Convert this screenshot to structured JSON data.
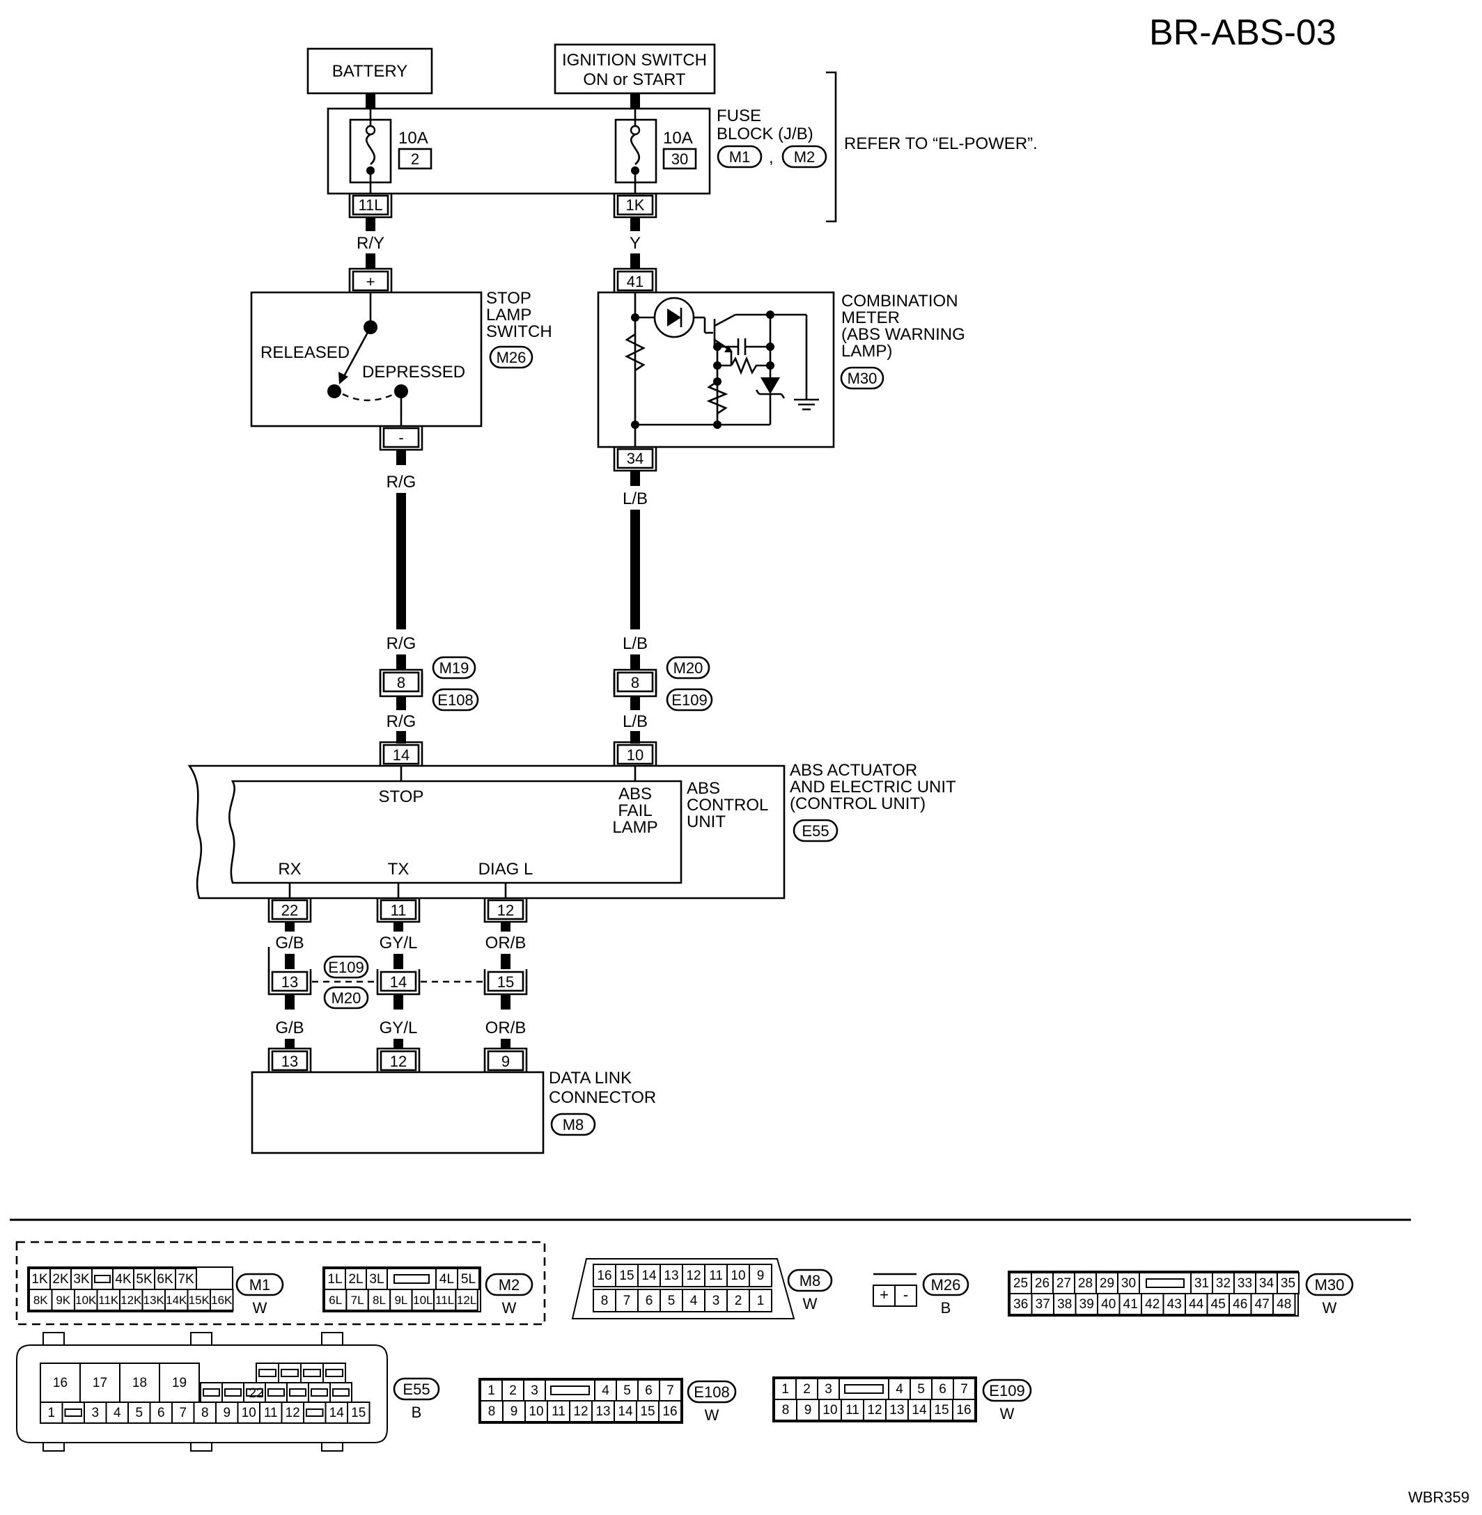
{
  "title": "BR-ABS-03",
  "footer_code": "WBR359",
  "battery": "BATTERY",
  "ignition": {
    "line1": "IGNITION SWITCH",
    "line2": "ON or START"
  },
  "fuse_block": {
    "line1": "FUSE",
    "line2": "BLOCK (J/B)",
    "connectors": [
      "M1",
      "M2"
    ],
    "separator": ",",
    "refer": "REFER TO “EL-POWER”.",
    "fuse_left": {
      "amps": "10A",
      "number": "2",
      "terminal": "11L"
    },
    "fuse_right": {
      "amps": "10A",
      "number": "30",
      "terminal": "1K"
    }
  },
  "wires": {
    "ry": "R/Y",
    "y": "Y",
    "rg": "R/G",
    "lb": "L/B",
    "gb": "G/B",
    "gyl": "GY/L",
    "orb": "OR/B"
  },
  "stop_lamp_switch": {
    "lines": [
      "STOP",
      "LAMP",
      "SWITCH"
    ],
    "connector": "M26",
    "plus": "+",
    "minus": "-",
    "released": "RELEASED",
    "depressed": "DEPRESSED"
  },
  "combination_meter": {
    "lines": [
      "COMBINATION",
      "METER",
      "(ABS WARNING",
      "LAMP)"
    ],
    "connector": "M30",
    "terminal_in": "41",
    "terminal_out": "34"
  },
  "joint_connectors": {
    "left_pin": "8",
    "left_top": "M19",
    "left_bottom": "E108",
    "right_pin": "8",
    "right_top": "M20",
    "right_bottom": "E109",
    "diag_top": "E109",
    "diag_bottom": "M20",
    "diag_pins": [
      "13",
      "14",
      "15"
    ]
  },
  "abs_unit": {
    "lines": [
      "ABS ACTUATOR",
      "AND ELECTRIC UNIT",
      "(CONTROL UNIT)"
    ],
    "connector": "E55",
    "control_lines": [
      "ABS",
      "CONTROL",
      "UNIT"
    ],
    "stop": "STOP",
    "fail_lamp": [
      "ABS",
      "FAIL",
      "LAMP"
    ],
    "pin_stop": "14",
    "pin_fail": "10",
    "rx": "RX",
    "tx": "TX",
    "diag": "DIAG L",
    "pin_rx": "22",
    "pin_tx": "11",
    "pin_diag": "12"
  },
  "data_link": {
    "lines": [
      "DATA LINK",
      "CONNECTOR"
    ],
    "connector": "M8",
    "pins": [
      "13",
      "12",
      "9"
    ]
  },
  "connector_faces": {
    "m1": {
      "label": "M1",
      "color": "W",
      "row1": [
        "1K",
        "2K",
        "3K",
        "",
        "4K",
        "5K",
        "6K",
        "7K"
      ],
      "row2": [
        "8K",
        "9K",
        "10K",
        "11K",
        "12K",
        "13K",
        "14K",
        "15K",
        "16K"
      ]
    },
    "m2": {
      "label": "M2",
      "color": "W",
      "row1": [
        "1L",
        "2L",
        "3L",
        "",
        "4L",
        "5L"
      ],
      "row2": [
        "6L",
        "7L",
        "8L",
        "9L",
        "10L",
        "11L",
        "12L"
      ]
    },
    "m8": {
      "label": "M8",
      "color": "W",
      "row1": [
        "16",
        "15",
        "14",
        "13",
        "12",
        "11",
        "10",
        "9"
      ],
      "row2": [
        "8",
        "7",
        "6",
        "5",
        "4",
        "3",
        "2",
        "1"
      ]
    },
    "m26": {
      "label": "M26",
      "color": "B",
      "pins": [
        "+",
        "-"
      ]
    },
    "m30": {
      "label": "M30",
      "color": "W",
      "row1": [
        "25",
        "26",
        "27",
        "28",
        "29",
        "30",
        "",
        "31",
        "32",
        "33",
        "34",
        "35"
      ],
      "row2": [
        "36",
        "37",
        "38",
        "39",
        "40",
        "41",
        "42",
        "43",
        "44",
        "45",
        "46",
        "47",
        "48"
      ]
    },
    "e55": {
      "label": "E55",
      "color": "B",
      "top": [
        "16",
        "17",
        "18",
        "19"
      ],
      "mid": "22",
      "bottom": [
        "1",
        "",
        "3",
        "4",
        "5",
        "6",
        "7",
        "8",
        "9",
        "10",
        "11",
        "12",
        "",
        "14",
        "15"
      ]
    },
    "e108": {
      "label": "E108",
      "color": "W",
      "row1": [
        "1",
        "2",
        "3",
        "",
        "4",
        "5",
        "6",
        "7"
      ],
      "row2": [
        "8",
        "9",
        "10",
        "11",
        "12",
        "13",
        "14",
        "15",
        "16"
      ]
    },
    "e109": {
      "label": "E109",
      "color": "W",
      "row1": [
        "1",
        "2",
        "3",
        "",
        "4",
        "5",
        "6",
        "7"
      ],
      "row2": [
        "8",
        "9",
        "10",
        "11",
        "12",
        "13",
        "14",
        "15",
        "16"
      ]
    }
  }
}
